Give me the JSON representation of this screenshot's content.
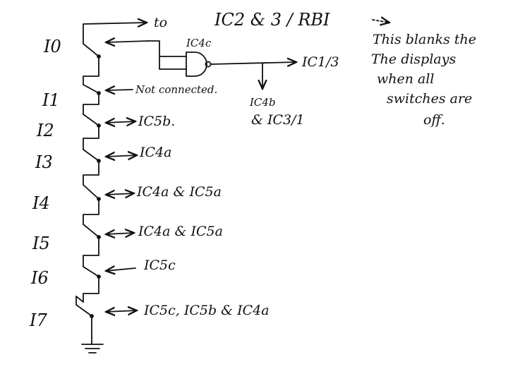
{
  "header": {
    "to": "to",
    "target": "IC2 & 3 / RBI"
  },
  "gate": {
    "label": "IC4c",
    "output_target": "IC1/3",
    "branch_line1": "IC4b",
    "branch_line2": "& IC3/1"
  },
  "note": {
    "lines": [
      "This blanks the",
      "The displays",
      "when  all",
      "switches are",
      "off."
    ]
  },
  "inputs": [
    {
      "label": "I0",
      "connection": ""
    },
    {
      "label": "I1",
      "connection": "Not connected."
    },
    {
      "label": "I2",
      "connection": "IC5b."
    },
    {
      "label": "I3",
      "connection": "IC4a"
    },
    {
      "label": "I4",
      "connection": "IC4a & IC5a"
    },
    {
      "label": "I5",
      "connection": "IC4a & IC5a"
    },
    {
      "label": "I6",
      "connection": "IC5c"
    },
    {
      "label": "I7",
      "connection": "IC5c, IC5b & IC4a"
    }
  ]
}
